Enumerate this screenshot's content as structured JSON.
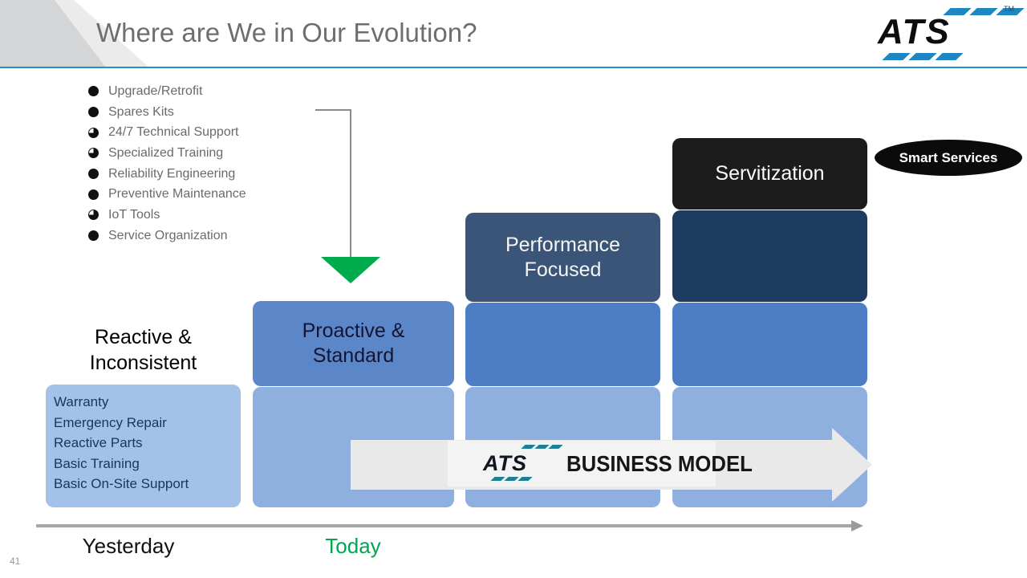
{
  "slide": {
    "title": "Where are We in Our Evolution?",
    "page_number": "41"
  },
  "brand": {
    "logo_text": "ATS",
    "trademark": "TM"
  },
  "capability_list": {
    "items": [
      {
        "label": "Upgrade/Retrofit",
        "marker": "full-circle"
      },
      {
        "label": "Spares Kits",
        "marker": "full-circle"
      },
      {
        "label": "24/7 Technical Support",
        "marker": "three-quarter-circle"
      },
      {
        "label": "Specialized Training",
        "marker": "three-quarter-circle"
      },
      {
        "label": "Reliability Engineering",
        "marker": "full-circle"
      },
      {
        "label": "Preventive Maintenance",
        "marker": "full-circle"
      },
      {
        "label": "IoT Tools",
        "marker": "three-quarter-circle"
      },
      {
        "label": "Service Organization",
        "marker": "full-circle"
      }
    ]
  },
  "stages": {
    "stage1": {
      "lines": [
        "Reactive &",
        "Inconsistent"
      ],
      "services": [
        "Warranty",
        "Emergency Repair",
        "Reactive Parts",
        "Basic Training",
        "Basic On-Site Support"
      ]
    },
    "stage2": {
      "lines": [
        "Proactive  &",
        "Standard"
      ]
    },
    "stage3": {
      "lines": [
        "Performance",
        "Focused"
      ]
    },
    "stage4": {
      "lines": [
        "Servitization"
      ]
    }
  },
  "smart_services": {
    "label": "Smart Services"
  },
  "business_model": {
    "logo_text": "ATS",
    "label": "BUSINESS MODEL"
  },
  "timeline": {
    "yesterday": "Yesterday",
    "today": "Today"
  },
  "colors": {
    "header_line": "#2b8dc8",
    "logo_blue": "#1e86c0",
    "mini_logo_teal": "#1b7f95",
    "stage_medium_blue": "#4d7ec5",
    "stage_light_blue": "#8fafdf",
    "stage1_box_blue": "#a4c2e9",
    "stage2_blue": "#5b87c9",
    "stage3_slate": "#3a5578",
    "stage4_navy": "#1d3a5f",
    "stage4_black": "#1c1c1c",
    "green_arrow": "#00ab4e",
    "today_green": "#00a651"
  }
}
